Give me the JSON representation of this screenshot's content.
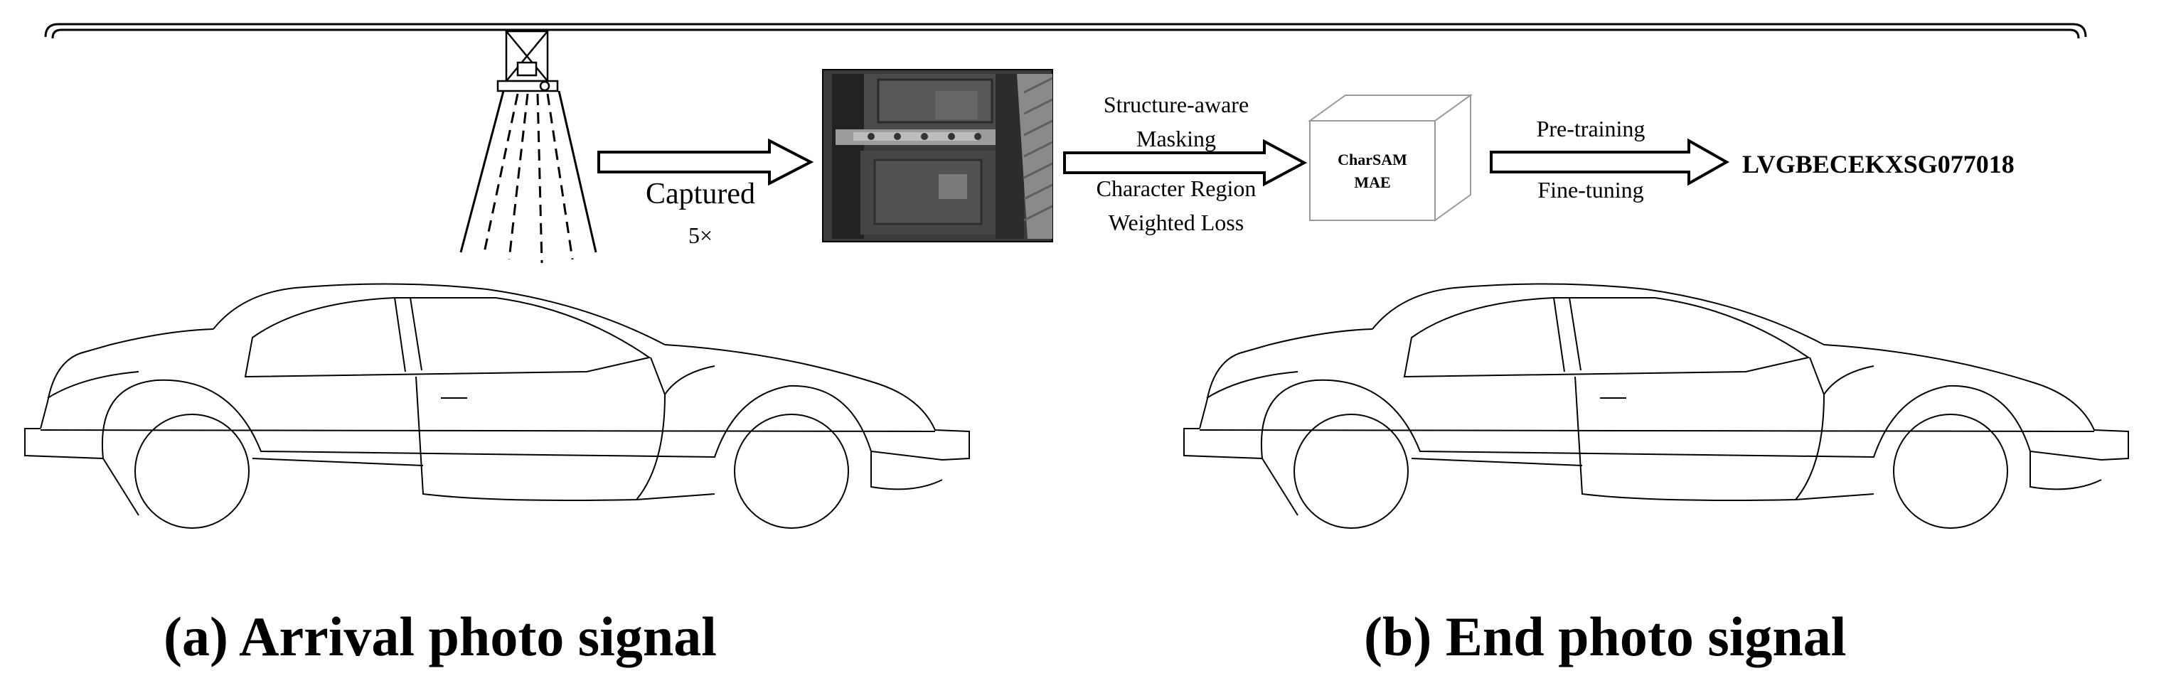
{
  "camera": {
    "captured_label": "Captured",
    "count_label": "5×"
  },
  "masking": {
    "line1": "Structure-aware",
    "line2": "Masking",
    "line3": "Character Region",
    "line4": "Weighted Loss"
  },
  "model": {
    "line1": "CharSAM",
    "line2": "MAE"
  },
  "training": {
    "pretrain": "Pre-training",
    "finetune": "Fine-tuning"
  },
  "output": {
    "vin": "LVGBECEKXSG077018"
  },
  "captions": {
    "a": "(a) Arrival photo signal",
    "b": "(b) End photo signal"
  }
}
